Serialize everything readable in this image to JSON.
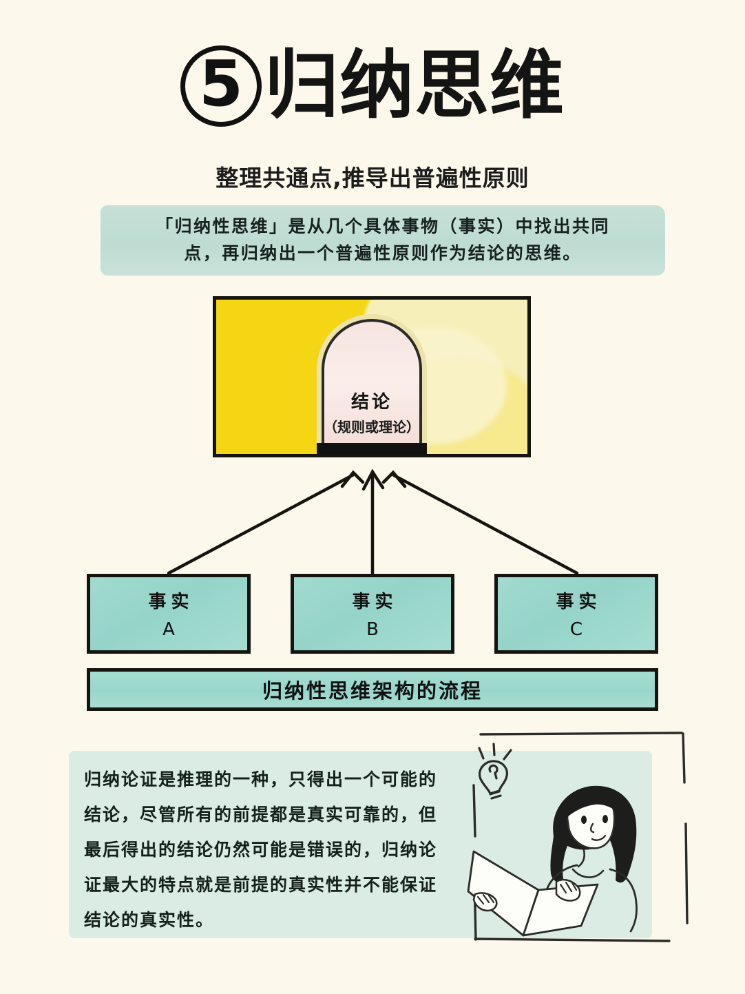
{
  "header": {
    "number_badge": "5",
    "title": "归纳思维",
    "subtitle": "整理共通点,推导出普遍性原则"
  },
  "intro": {
    "line1": "「归纳性思维」是从几个具体事物（事实）中找出共同",
    "line2": "点，再归纳出一个普遍性原则作为结论的思维。"
  },
  "diagram": {
    "conclusion": {
      "label": "结论",
      "sublabel": "（规则或理论）"
    },
    "facts": [
      {
        "label": "事实",
        "letter": "A"
      },
      {
        "label": "事实",
        "letter": "B"
      },
      {
        "label": "事实",
        "letter": "C"
      }
    ],
    "caption": "归纳性思维架构的流程",
    "arrow_count": 3
  },
  "note": {
    "lines": [
      "归纳论证是推理的一种，只得出一个可能的",
      "结论，尽管所有的前提都是真实可靠的，但",
      "最后得出的结论仍然可能是错误的，归纳论",
      "证最大的特点就是前提的真实性并不能保证",
      "结论的真实性。"
    ]
  },
  "illustration": {
    "icons": [
      "lightbulb-icon",
      "woman-reading-icon",
      "sketch-frame"
    ]
  },
  "colors": {
    "page_background": "#fdf8ec",
    "teal_fact": "#9ad8cf",
    "teal_intro": "#c2ded4",
    "mint_note": "#dbece4",
    "yellow_panel": "#f4d615",
    "pink_arch": "#f7e4e0",
    "ink": "#15140f"
  }
}
